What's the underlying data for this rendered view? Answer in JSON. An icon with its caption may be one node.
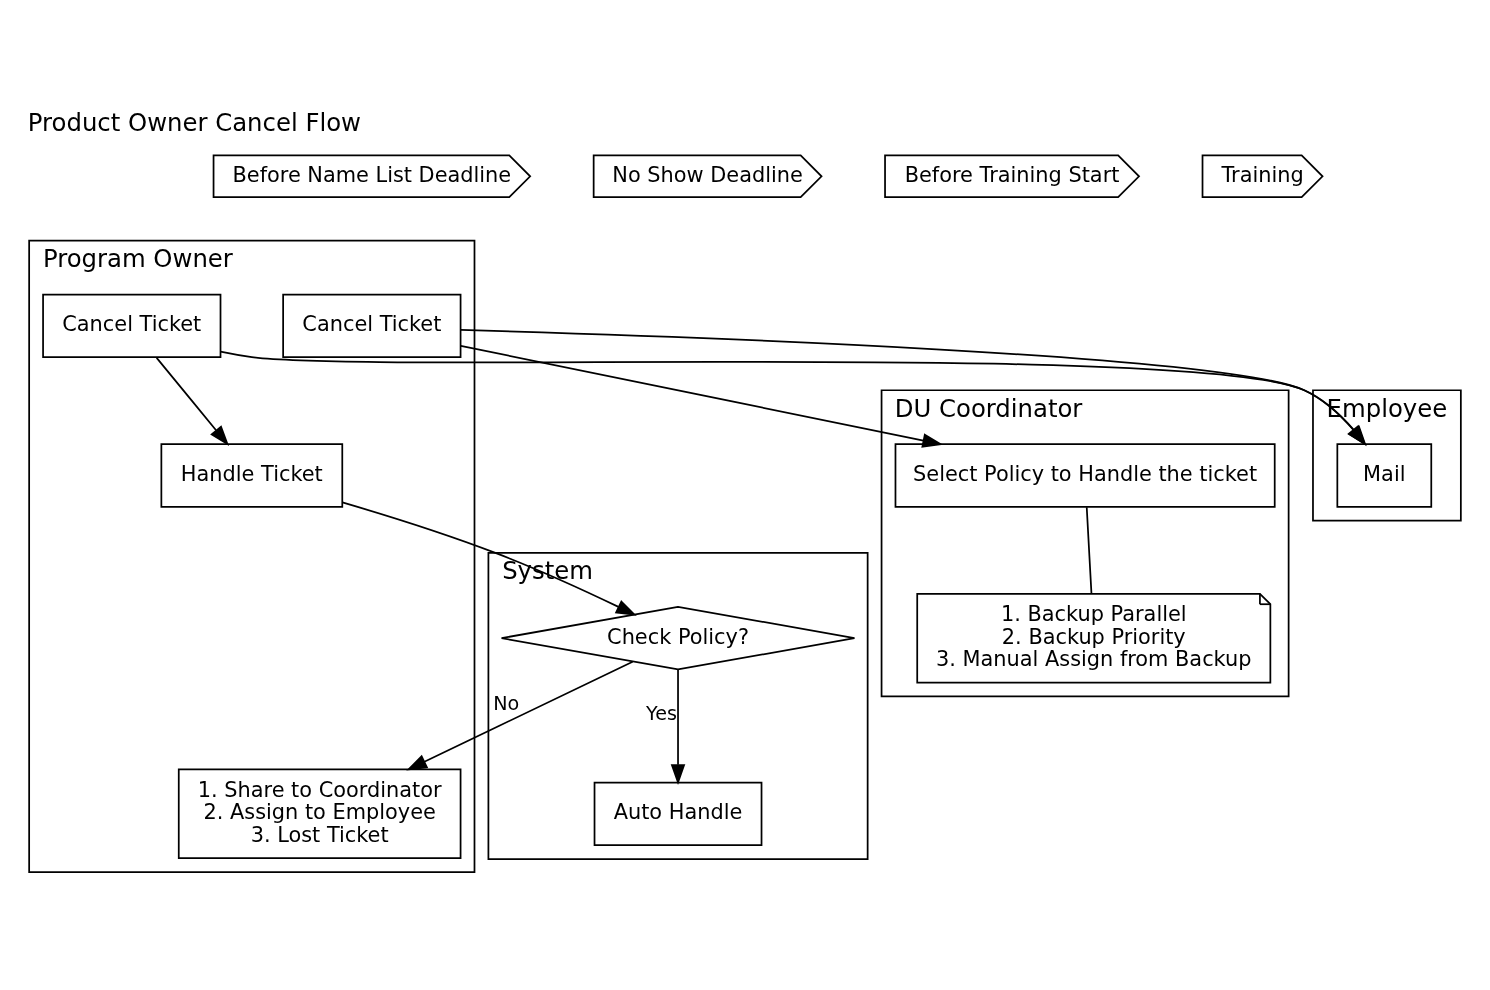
{
  "diagram": {
    "title": "Product Owner Cancel Flow",
    "nodes": [
      {
        "text": [
          "Before Name List Deadline"
        ]
      },
      {
        "text": [
          "No Show Deadline"
        ]
      },
      {
        "text": [
          "Before Training Start"
        ]
      },
      {
        "text": [
          "Training"
        ]
      },
      {
        "text": [
          "Program Owner"
        ]
      },
      {
        "text": [
          "Cancel Ticket"
        ],
        "in": 4
      },
      {
        "text": [
          "Cancel Ticket"
        ],
        "in": 4
      },
      {
        "text": [
          "Handle Ticket"
        ],
        "in": 4
      },
      {
        "text": [
          "1. Share to Coordinator",
          "2. Assign to Employee",
          "3. Lost Ticket"
        ],
        "in": 4
      },
      {
        "text": [
          "DU Coordinator"
        ]
      },
      {
        "text": [
          "Select Policy to Handle the ticket"
        ],
        "in": 9
      },
      {
        "text": [
          "1. Backup Parallel",
          "2. Backup Priority",
          "3. Manual Assign from Backup"
        ],
        "in": 9
      },
      {
        "text": [
          "Employee"
        ]
      },
      {
        "text": [
          "Mail"
        ],
        "in": 12
      },
      {
        "text": [
          "System"
        ]
      },
      {
        "text": [
          "Check Policy?"
        ],
        "in": 14
      },
      {
        "text": [
          "Auto Handle"
        ],
        "in": 14
      }
    ],
    "edges": [
      {
        "from": 5,
        "to": 10,
        "arrow": "to"
      },
      {
        "from": 5,
        "to": 13,
        "arrow": "to"
      },
      {
        "from": 6,
        "to": 13,
        "arrow": "to"
      },
      {
        "from": 6,
        "to": 7,
        "arrow": "to"
      },
      {
        "from": 10,
        "to": 11,
        "arrow": "none"
      },
      {
        "from": 7,
        "to": 15,
        "arrow": "to"
      },
      {
        "from": 15,
        "to": 8,
        "label": "No",
        "arrow": "to"
      },
      {
        "from": 15,
        "to": 16,
        "label": "Yes",
        "arrow": "to"
      }
    ]
  }
}
